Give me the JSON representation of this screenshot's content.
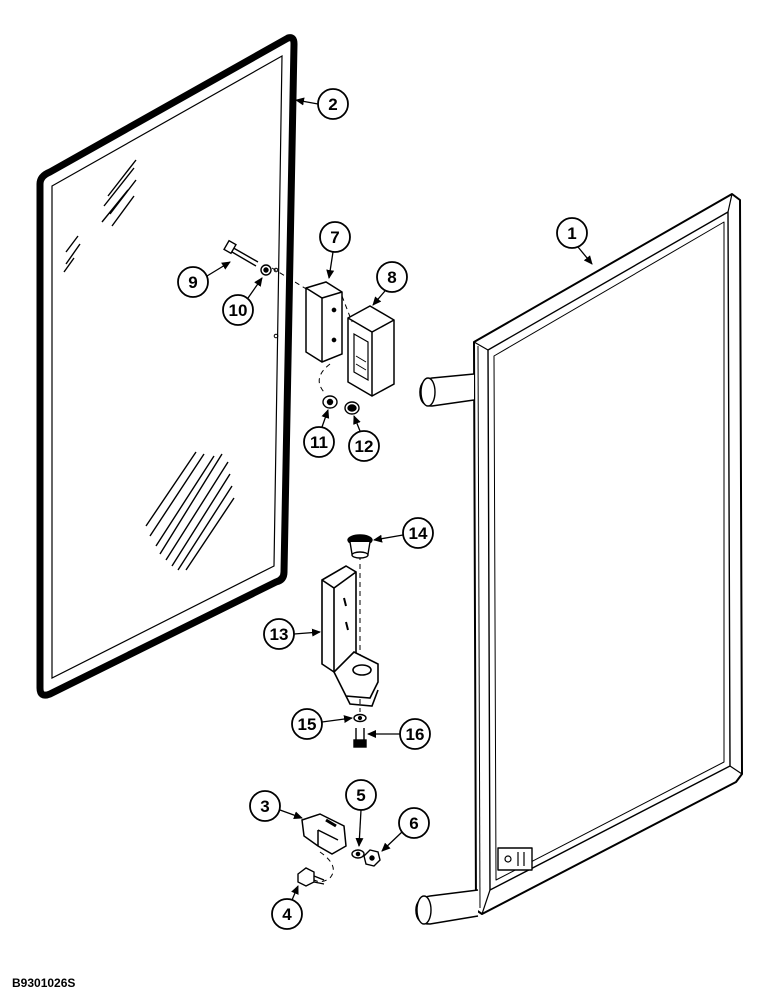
{
  "figure_id": "B9301026S",
  "callouts": [
    {
      "id": "1",
      "label": "1"
    },
    {
      "id": "2",
      "label": "2"
    },
    {
      "id": "3",
      "label": "3"
    },
    {
      "id": "4",
      "label": "4"
    },
    {
      "id": "5",
      "label": "5"
    },
    {
      "id": "6",
      "label": "6"
    },
    {
      "id": "7",
      "label": "7"
    },
    {
      "id": "8",
      "label": "8"
    },
    {
      "id": "9",
      "label": "9"
    },
    {
      "id": "10",
      "label": "10"
    },
    {
      "id": "11",
      "label": "11"
    },
    {
      "id": "12",
      "label": "12"
    },
    {
      "id": "13",
      "label": "13"
    },
    {
      "id": "14",
      "label": "14"
    },
    {
      "id": "15",
      "label": "15"
    },
    {
      "id": "16",
      "label": "16"
    }
  ]
}
